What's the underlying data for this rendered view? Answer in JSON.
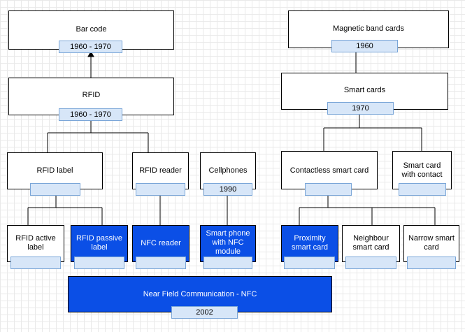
{
  "diagram": {
    "barcode": {
      "label": "Bar code",
      "period": "1960 - 1970"
    },
    "rfid": {
      "label": "RFID",
      "period": "1960 - 1970"
    },
    "magnetic": {
      "label": "Magnetic band cards",
      "period": "1960"
    },
    "smartcards": {
      "label": "Smart cards",
      "period": "1970"
    },
    "rfid_label": {
      "label": "RFID label",
      "period": ""
    },
    "rfid_reader": {
      "label": "RFID reader",
      "period": ""
    },
    "cellphones": {
      "label": "Cellphones",
      "period": "1990"
    },
    "contactless": {
      "label": "Contactless smart card",
      "period": ""
    },
    "contact_card": {
      "label": "Smart card with contact",
      "period": ""
    },
    "rfid_active": {
      "label": "RFID active label",
      "period": ""
    },
    "rfid_passive": {
      "label": "RFID passive label",
      "period": ""
    },
    "nfc_reader": {
      "label": "NFC reader",
      "period": ""
    },
    "smartphone": {
      "label": "Smart phone with NFC module",
      "period": ""
    },
    "proximity": {
      "label": "Proximity smart card",
      "period": ""
    },
    "neighbour": {
      "label": "Neighbour smart card",
      "period": ""
    },
    "narrow": {
      "label": "Narrow smart card",
      "period": ""
    },
    "nfc": {
      "label": "Near Field Communication - NFC",
      "period": "2002"
    }
  },
  "colors": {
    "highlight": "#0b4fe6",
    "badge_fill": "#d7e6f8",
    "badge_border": "#7aa6d8",
    "line": "#000000"
  }
}
